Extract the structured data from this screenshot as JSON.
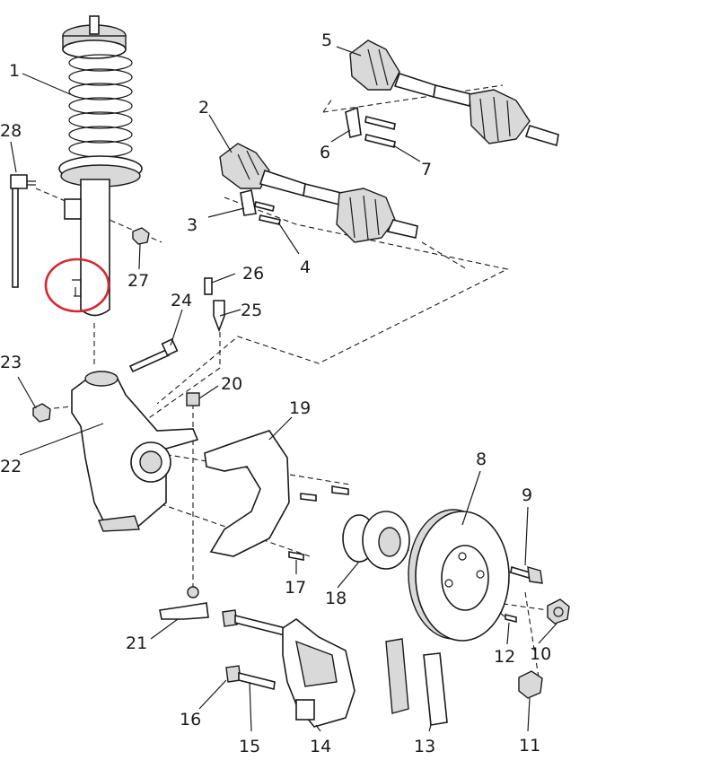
{
  "diagram": {
    "labels": [
      "1",
      "2",
      "3",
      "4",
      "5",
      "6",
      "7",
      "8",
      "9",
      "10",
      "11",
      "12",
      "13",
      "14",
      "15",
      "16",
      "17",
      "18",
      "19",
      "20",
      "21",
      "22",
      "23",
      "24",
      "25",
      "26",
      "27",
      "28"
    ],
    "highlight_color": "#d8262b",
    "line_color": "#1a1a1a"
  }
}
